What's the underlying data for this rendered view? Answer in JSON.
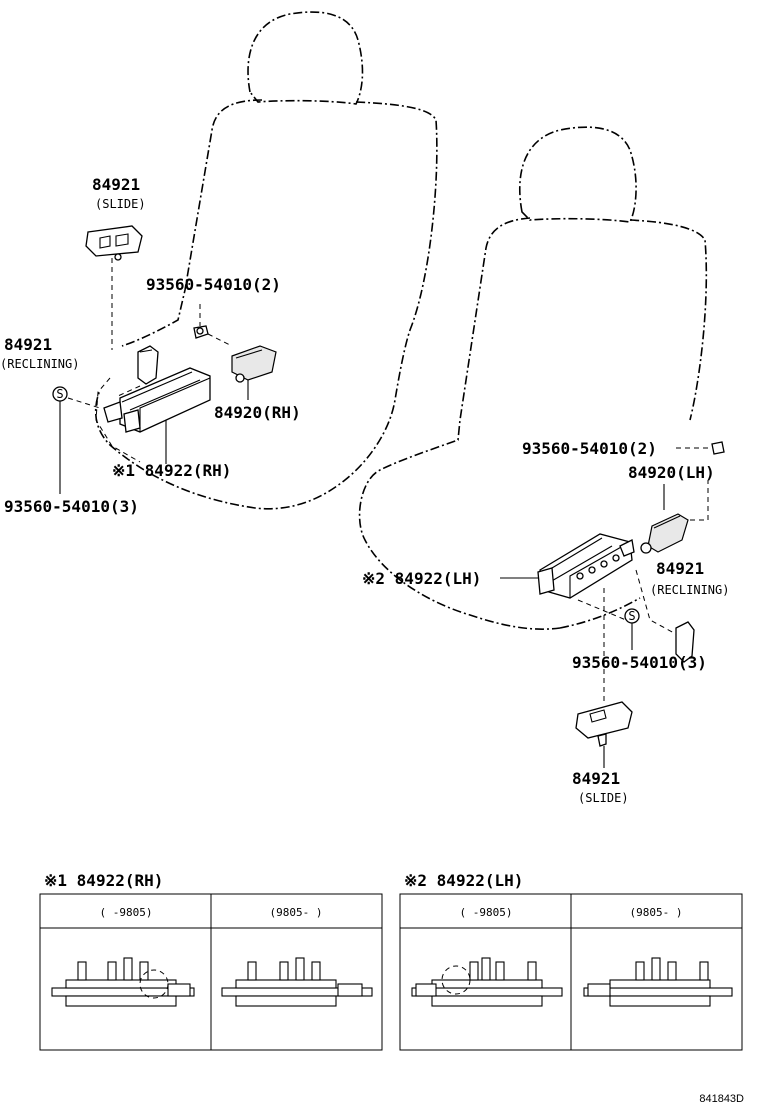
{
  "callouts": {
    "slide_top": {
      "part": "84921",
      "note": "(SLIDE)"
    },
    "screw_top": {
      "text": "93560-54010(2)"
    },
    "reclining_left": {
      "part": "84921",
      "note": "(RECLINING)"
    },
    "switch_rh_top": {
      "text": "84920(RH)"
    },
    "mark_rh": {
      "text": "※1 84922(RH)"
    },
    "screw_left": {
      "text": "93560-54010(3)"
    },
    "screw_right_top": {
      "text": "93560-54010(2)"
    },
    "switch_lh": {
      "text": "84920(LH)"
    },
    "reclining_right": {
      "part": "84921",
      "note": "(RECLINING)"
    },
    "mark_lh": {
      "text": "※2 84922(LH)"
    },
    "screw_right_bottom": {
      "text": "93560-54010(3)"
    },
    "slide_bottom": {
      "part": "84921",
      "note": "(SLIDE)"
    }
  },
  "s_marker": "S",
  "tables": [
    {
      "title": "※1 84922(RH)",
      "col1": "(      -9805)",
      "col2": "(9805-       )"
    },
    {
      "title": "※2 84922(LH)",
      "col1": "(      -9805)",
      "col2": "(9805-       )"
    }
  ],
  "diagram_code": "841843D"
}
